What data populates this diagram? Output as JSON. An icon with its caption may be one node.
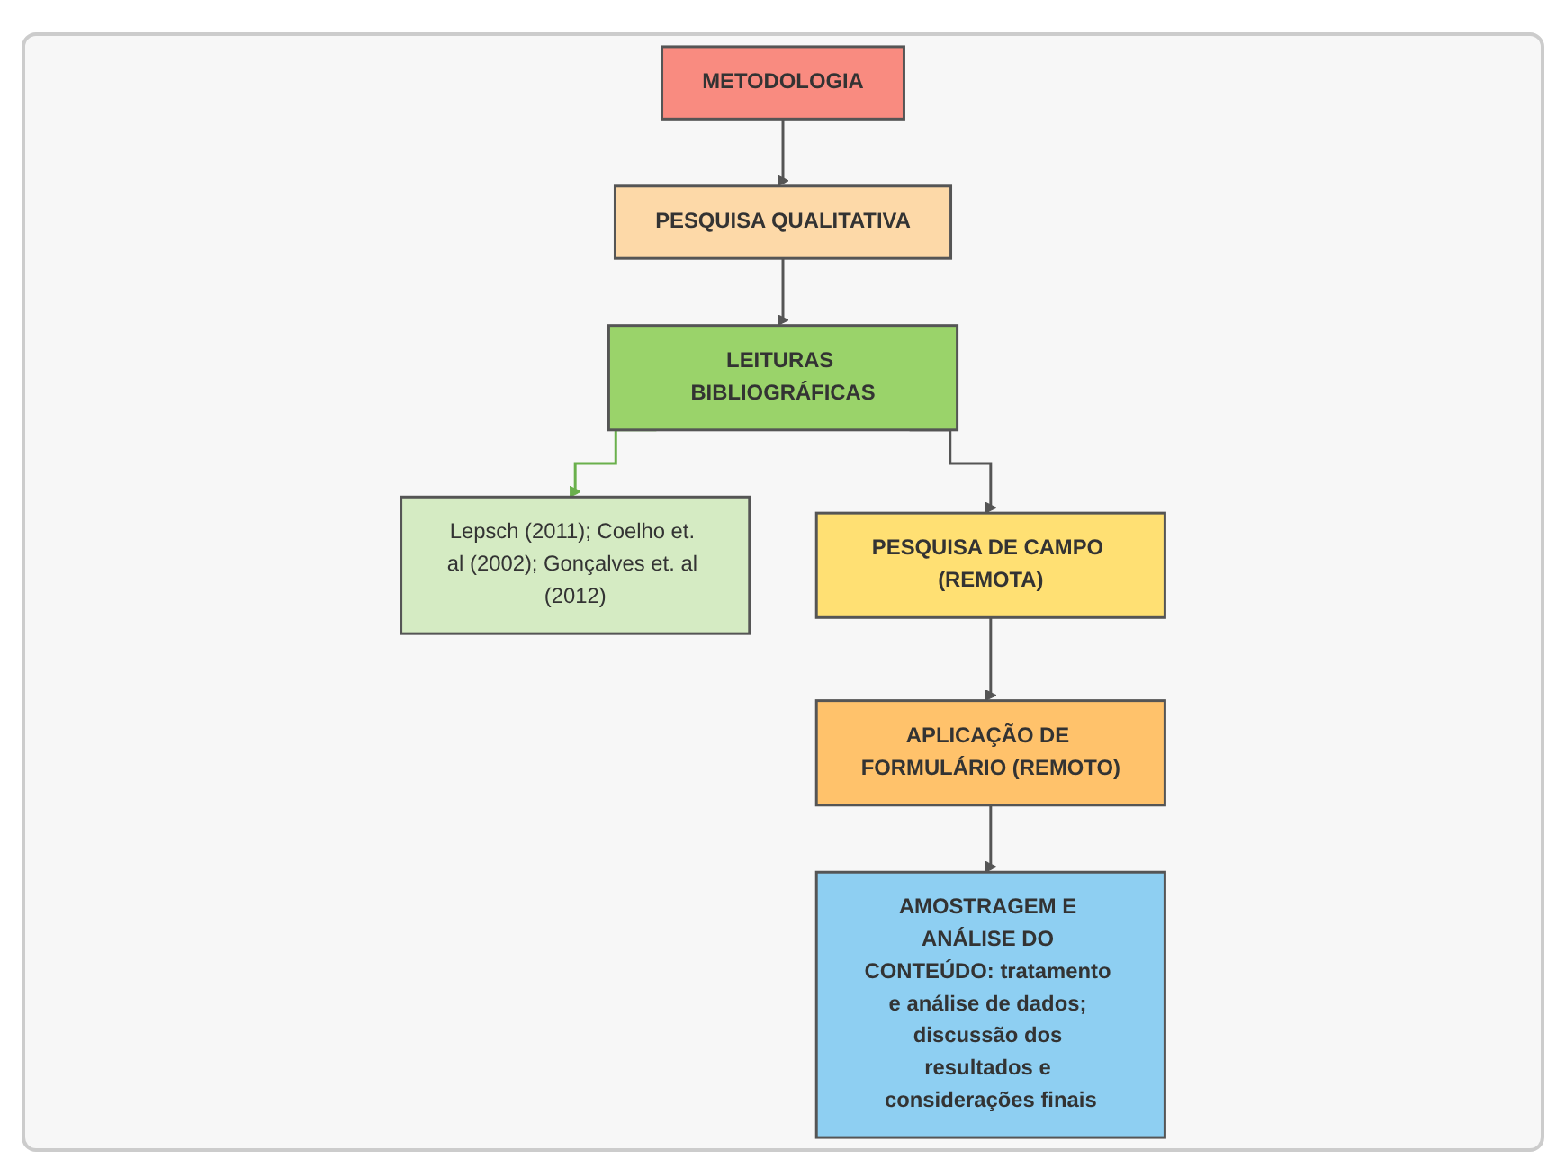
{
  "diagram": {
    "nodes": [
      {
        "text": [
          "METODOLOGIA"
        ]
      },
      {
        "text": [
          "PESQUISA QUALITATIVA"
        ]
      },
      {
        "text": [
          "Lepsch (2011); Coelho et. al (2002); Gonçalves et. al (2012)"
        ]
      },
      {
        "text": [
          "LEITURAS BIBLIOGRÁFICAS"
        ]
      },
      {
        "text": [
          "PESQUISA DE CAMPO (REMOTA)"
        ]
      },
      {
        "text": [
          "APLICAÇÃO DE FORMULÁRIO (REMOTO)"
        ]
      },
      {
        "text": [
          "AMOSTRAGEM E ANÁLISE DO CONTEÚDO: tratamento e análise de dados; discussão dos resultados e considerações finais"
        ]
      }
    ],
    "edges": [
      {
        "from": 0,
        "to": 1,
        "arrow": "to"
      },
      {
        "from": 1,
        "to": 3,
        "arrow": "to"
      },
      {
        "from": 3,
        "to": 2,
        "arrow": "to",
        "color": "#6ab04c"
      },
      {
        "from": 3,
        "to": 4,
        "arrow": "to"
      },
      {
        "from": 4,
        "to": 5,
        "arrow": "to"
      },
      {
        "from": 5,
        "to": 6,
        "arrow": "to"
      }
    ]
  }
}
